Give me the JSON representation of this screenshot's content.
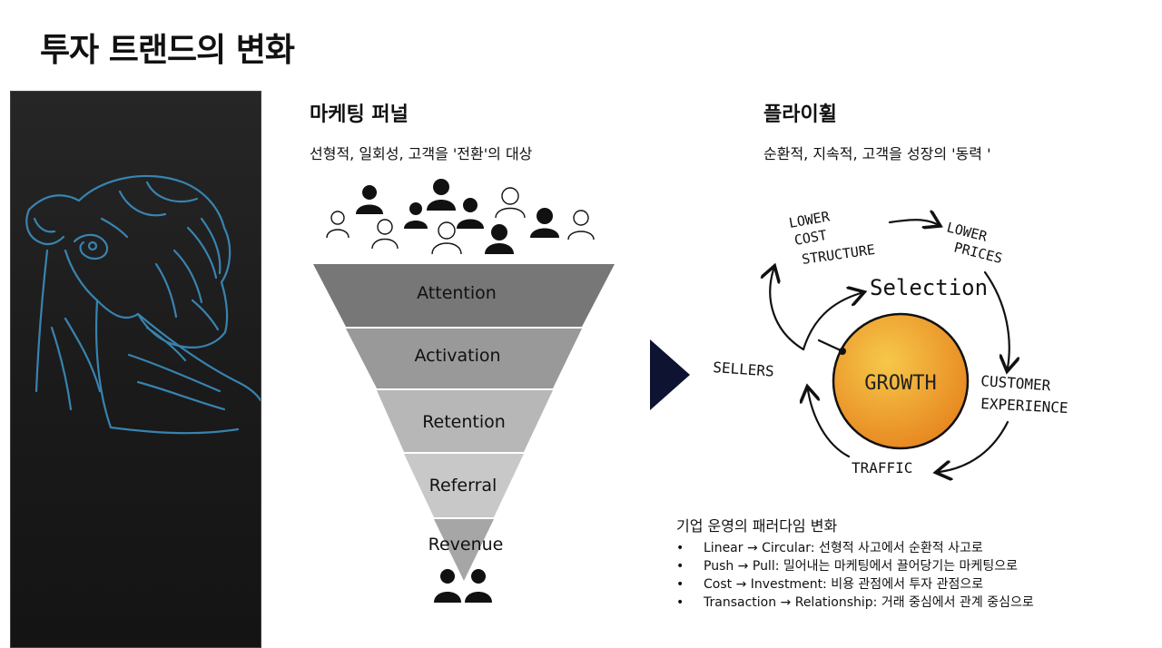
{
  "slide": {
    "title": "투자 트랜드의 변화"
  },
  "funnel": {
    "heading": "마케팅 퍼널",
    "subheading": "선형적, 일회성, 고객을 '전환'의 대상",
    "stages": [
      {
        "label": "Attention",
        "color": "#777777"
      },
      {
        "label": "Activation",
        "color": "#999999"
      },
      {
        "label": "Retention",
        "color": "#b7b7b7"
      },
      {
        "label": "Referral",
        "color": "#c8c8c8"
      },
      {
        "label": "Revenue",
        "color": "#a6a6a6"
      }
    ]
  },
  "flywheel": {
    "heading": "플라이휠",
    "subheading": "순환적, 지속적, 고객을 성장의 '동력 '",
    "center": "GROWTH",
    "nodes": {
      "cost_line1": "LOWER",
      "cost_line2": "COST",
      "cost_line3": "STRUCTURE",
      "prices_line1": "LOWER",
      "prices_line2": "PRICES",
      "selection": "Selection",
      "sellers": "SELLERS",
      "customer_line1": "CUSTOMER",
      "customer_line2": "EXPERIENCE",
      "traffic": "TRAFFIC"
    },
    "center_color": "#f0a030"
  },
  "paradigm": {
    "title": "기업 운영의 패러다임 변화",
    "items": [
      "Linear → Circular: 선형적 사고에서 순환적 사고로",
      "Push → Pull: 밀어내는 마케팅에서 끌어당기는 마케팅으로",
      "Cost → Investment: 비용 관점에서 투자 관점으로",
      "Transaction → Relationship: 거래 중심에서 관계 중심으로"
    ]
  },
  "colors": {
    "camel_line": "#3b8fc0",
    "arrow": "#0d1330"
  },
  "icons": [
    "camel-illustration",
    "person-icon",
    "play-arrow-icon"
  ]
}
